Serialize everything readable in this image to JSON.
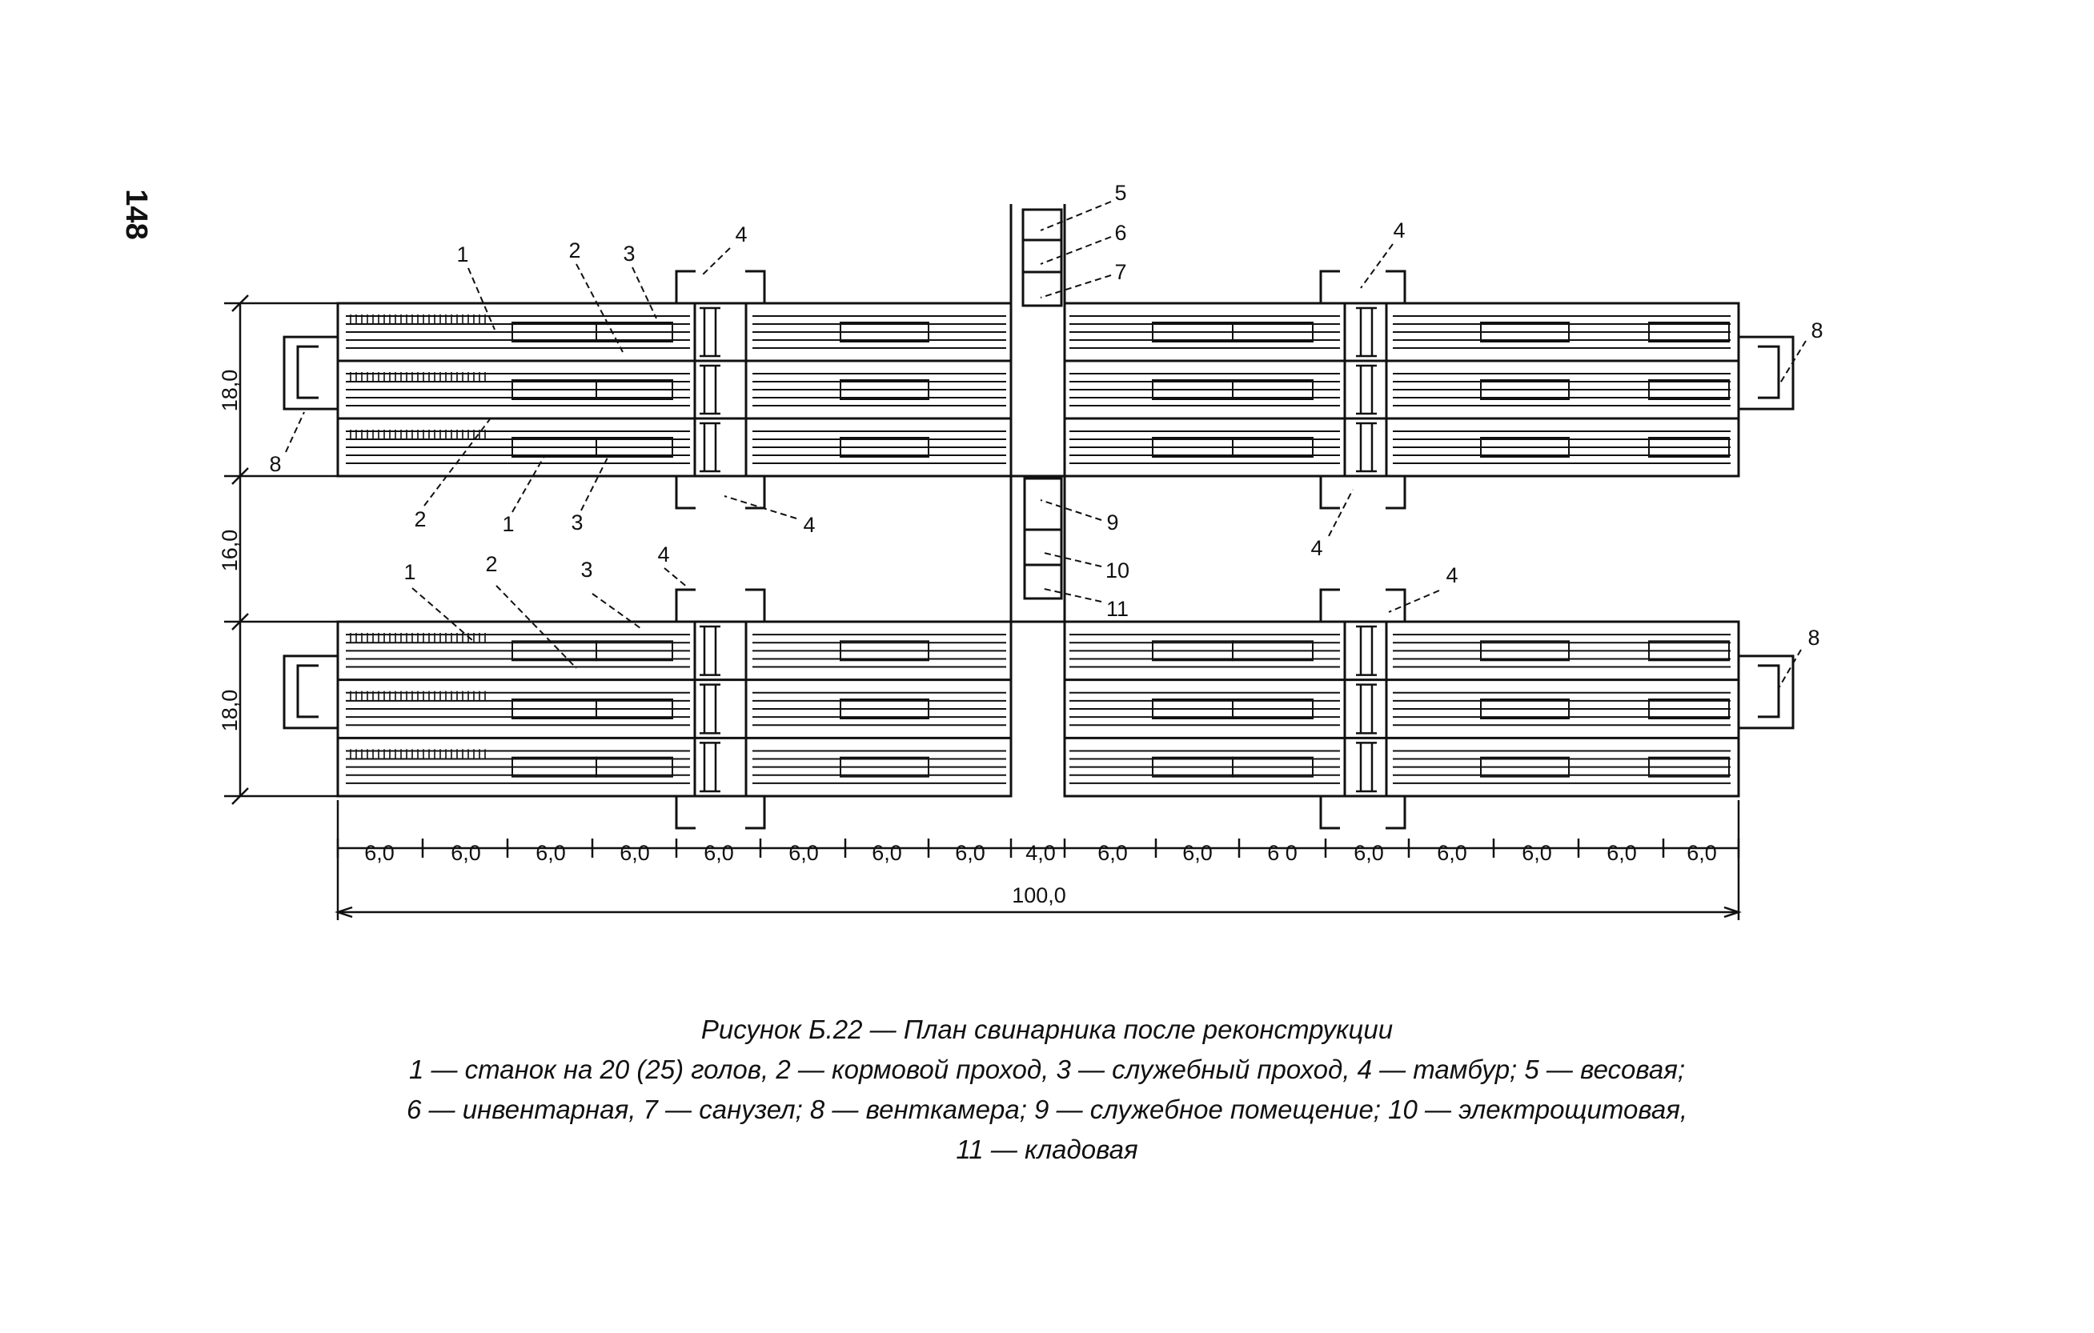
{
  "page_number": "148",
  "caption": {
    "title": "Рисунок Б.22 — План свинарника после реконструкции",
    "legend_lines": [
      "1 — станок на 20 (25) голов, 2 — кормовой проход, 3 — служебный проход, 4 — тамбур; 5 — весовая;",
      "6 — инвентарная, 7 — санузел; 8 — венткамера; 9 — служебное помещение; 10 — электрощитовая,",
      "11 — кладовая"
    ]
  },
  "callouts": {
    "top_upper": [
      "1",
      "2",
      "3",
      "4",
      "5",
      "6",
      "7",
      "4",
      "8"
    ],
    "top_lower": [
      "8",
      "2",
      "1",
      "3",
      "4",
      "9",
      "10",
      "11",
      "4"
    ],
    "bottom_upper": [
      "1",
      "2",
      "3",
      "4",
      "4",
      "8"
    ]
  },
  "dimensions": {
    "vertical": [
      "18,0",
      "16,0",
      "18,0"
    ],
    "horizontal_spans": [
      "6,0",
      "6,0",
      "6,0",
      "6,0",
      "6,0",
      "6,0",
      "6,0",
      "6,0",
      "4,0",
      "6,0",
      "6,0",
      "6 0",
      "6,0",
      "6,0",
      "6,0",
      "6,0",
      "6,0"
    ],
    "total": "100,0"
  },
  "colors": {
    "line": "#111111",
    "background": "#ffffff"
  }
}
